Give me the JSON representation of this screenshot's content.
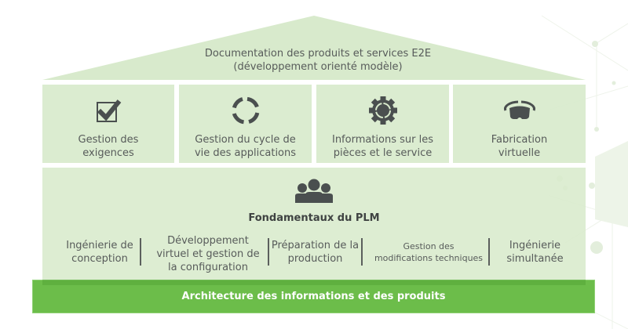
{
  "diagram": {
    "title_lines": [
      "Documentation des produits et services E2E",
      "(développement orienté modèle)"
    ],
    "pillars": [
      {
        "icon": "checkbox-check-icon",
        "label_lines": [
          "Gestion des",
          "exigences"
        ]
      },
      {
        "icon": "cycle-icon",
        "label_lines": [
          "Gestion du cycle de",
          "vie des applications"
        ]
      },
      {
        "icon": "gear-icon",
        "label_lines": [
          "Informations sur les",
          "pièces et le service"
        ]
      },
      {
        "icon": "vr-headset-icon",
        "label_lines": [
          "Fabrication",
          "virtuelle"
        ]
      }
    ],
    "foundation": {
      "icon": "team-icon",
      "title": "Fondamentaux du PLM",
      "items": [
        {
          "label_lines": [
            "Ingénierie de",
            "conception"
          ]
        },
        {
          "label_lines": [
            "Développement",
            "virtuel et gestion de",
            "la configuration"
          ]
        },
        {
          "label_lines": [
            "Préparation de la",
            "production"
          ]
        },
        {
          "label_lines": [
            "Gestion des",
            "modifications techniques"
          ]
        },
        {
          "label_lines": [
            "Ingénierie",
            "simultanée"
          ]
        }
      ]
    },
    "base": {
      "label": "Architecture des informations et des produits"
    },
    "colors": {
      "panel": "#d8eacc",
      "base": "#6cbd4a",
      "icon": "#4a4f4f",
      "text": "#575b5a"
    }
  }
}
